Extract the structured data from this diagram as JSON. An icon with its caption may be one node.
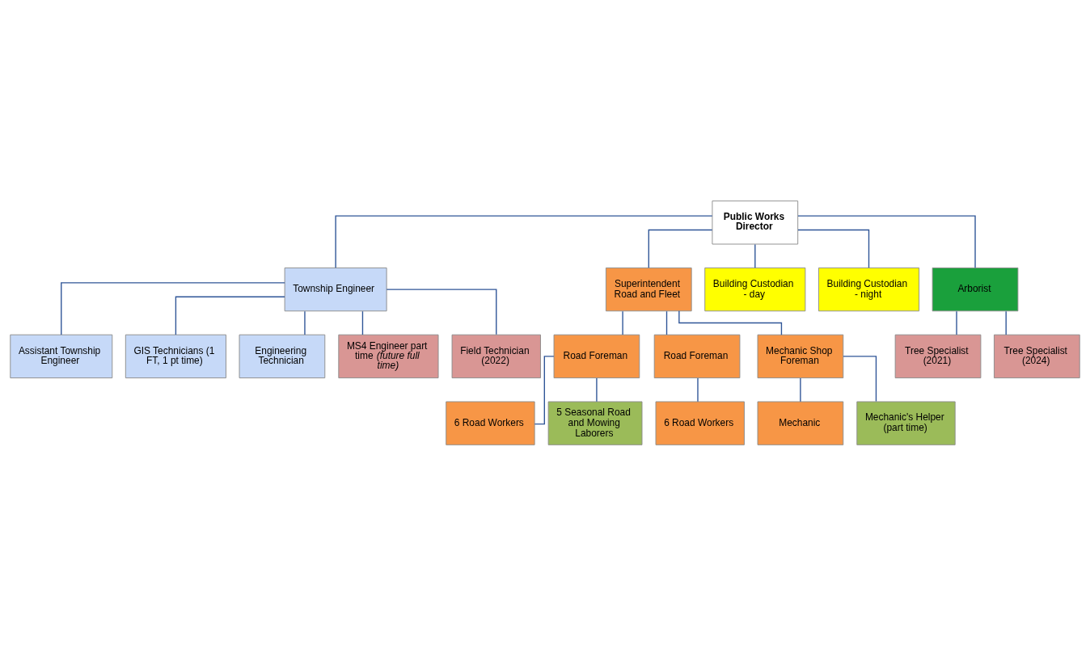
{
  "diagram": {
    "nodes": [
      {
        "text": [
          "Public Works Director"
        ]
      },
      {
        "text": [
          "Township Engineer"
        ]
      },
      {
        "text": [
          "Superintendent Road and Fleet"
        ]
      },
      {
        "text": [
          "Building Custodian - day"
        ]
      },
      {
        "text": [
          "Building Custodian - night"
        ]
      },
      {
        "text": [
          "Arborist"
        ]
      },
      {
        "text": [
          "Assistant Township Engineer"
        ]
      },
      {
        "text": [
          "GIS Technicians (1 FT, 1 pt time)"
        ]
      },
      {
        "text": [
          "Engineering Technician"
        ]
      },
      {
        "text": [
          "MS4 Engineer part time *(future full time)*"
        ]
      },
      {
        "text": [
          "Field Technician (2022)"
        ]
      },
      {
        "text": [
          "Road Foreman"
        ]
      },
      {
        "text": [
          "Road Foreman"
        ]
      },
      {
        "text": [
          "Mechanic Shop Foreman"
        ]
      },
      {
        "text": [
          "6 Road Workers"
        ]
      },
      {
        "text": [
          "5 Seasonal Road and Mowing Laborers"
        ]
      },
      {
        "text": [
          "6 Road Workers"
        ]
      },
      {
        "text": [
          "Mechanic"
        ]
      },
      {
        "text": [
          "Mechanic's Helper (part time)"
        ]
      },
      {
        "text": [
          "Tree Specialist (2021)"
        ]
      },
      {
        "text": [
          "Tree Specialist (2024)"
        ]
      }
    ],
    "edges": [
      {
        "from": 0,
        "to": 1,
        "arrow": "none"
      },
      {
        "from": 0,
        "to": 2,
        "arrow": "none"
      },
      {
        "from": 0,
        "to": 3,
        "arrow": "none"
      },
      {
        "from": 0,
        "to": 4,
        "arrow": "none"
      },
      {
        "from": 0,
        "to": 5,
        "arrow": "none"
      },
      {
        "from": 1,
        "to": 6,
        "arrow": "none"
      },
      {
        "from": 1,
        "to": 7,
        "arrow": "none"
      },
      {
        "from": 1,
        "to": 8,
        "arrow": "none"
      },
      {
        "from": 1,
        "to": 9,
        "arrow": "none"
      },
      {
        "from": 1,
        "to": 10,
        "arrow": "none"
      },
      {
        "from": 2,
        "to": 11,
        "arrow": "none"
      },
      {
        "from": 2,
        "to": 12,
        "arrow": "none"
      },
      {
        "from": 2,
        "to": 13,
        "arrow": "none"
      },
      {
        "from": 11,
        "to": 14,
        "arrow": "none"
      },
      {
        "from": 11,
        "to": 15,
        "arrow": "none"
      },
      {
        "from": 12,
        "to": 16,
        "arrow": "none"
      },
      {
        "from": 13,
        "to": 17,
        "arrow": "none"
      },
      {
        "from": 13,
        "to": 18,
        "arrow": "none"
      },
      {
        "from": 5,
        "to": 19,
        "arrow": "none"
      },
      {
        "from": 5,
        "to": 20,
        "arrow": "none"
      }
    ]
  }
}
